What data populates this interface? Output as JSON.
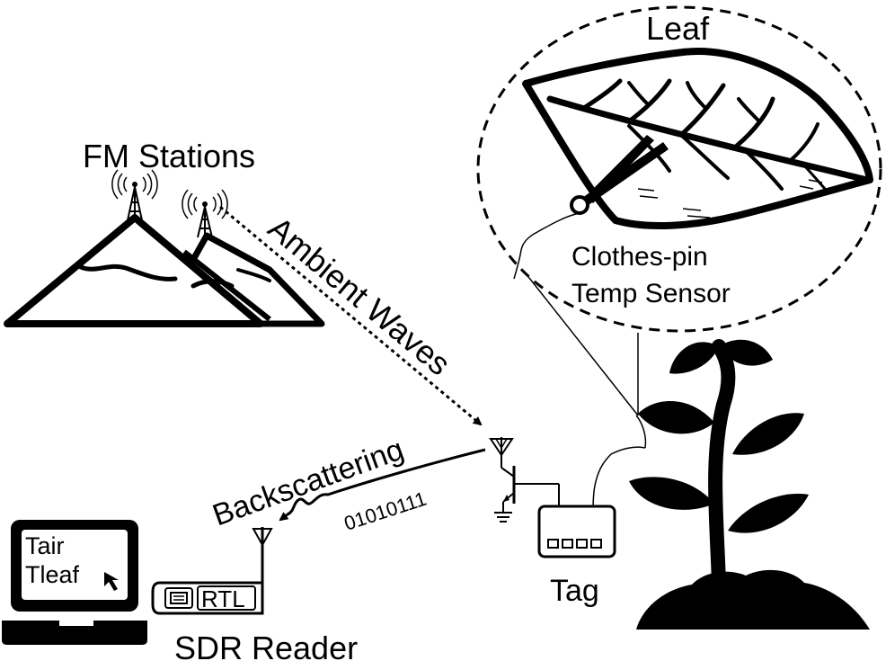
{
  "labels": {
    "fm_stations": "FM Stations",
    "ambient_waves": "Ambient Waves",
    "leaf": "Leaf",
    "sensor_line1": "Clothes-pin",
    "sensor_line2": "Temp Sensor",
    "backscattering": "Backscattering",
    "bits": "01010111",
    "tag": "Tag",
    "sdr_reader": "SDR Reader",
    "rtl": "RTL",
    "laptop_line1": "Tair",
    "laptop_line2": "Tleaf"
  },
  "icons": [
    "mountain-icon",
    "radio-tower-icon",
    "leaf-icon",
    "clothes-pin-icon",
    "plant-icon",
    "antenna-icon",
    "transistor-icon",
    "ground-icon",
    "tag-device-icon",
    "sdr-dongle-icon",
    "laptop-icon",
    "cursor-arrow-icon"
  ],
  "colors": {
    "stroke": "#000000",
    "background": "#ffffff"
  }
}
